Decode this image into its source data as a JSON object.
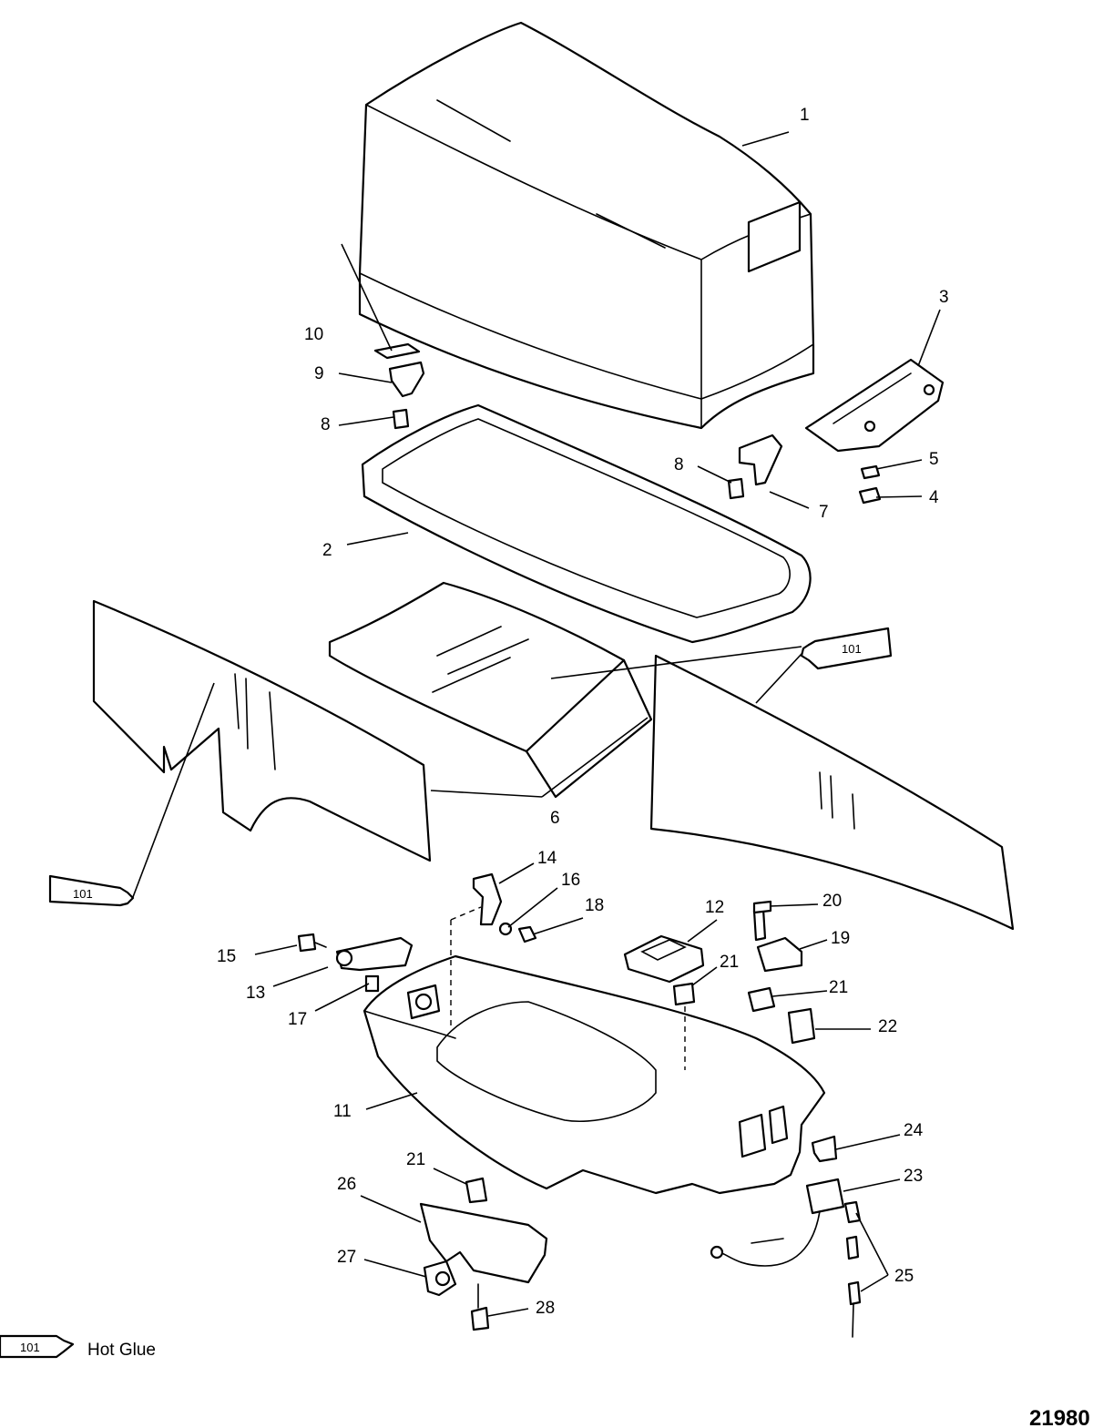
{
  "figure_number": "21980",
  "legend": {
    "symbol_label": "101",
    "text": "Hot Glue"
  },
  "adhesive_tubes": [
    "101",
    "101",
    "101"
  ],
  "callouts": [
    "1",
    "2",
    "3",
    "4",
    "5",
    "6",
    "7",
    "8",
    "8",
    "9",
    "10",
    "11",
    "12",
    "13",
    "14",
    "15",
    "16",
    "17",
    "18",
    "19",
    "20",
    "21",
    "21",
    "21",
    "22",
    "23",
    "24",
    "25",
    "26",
    "27",
    "28"
  ]
}
